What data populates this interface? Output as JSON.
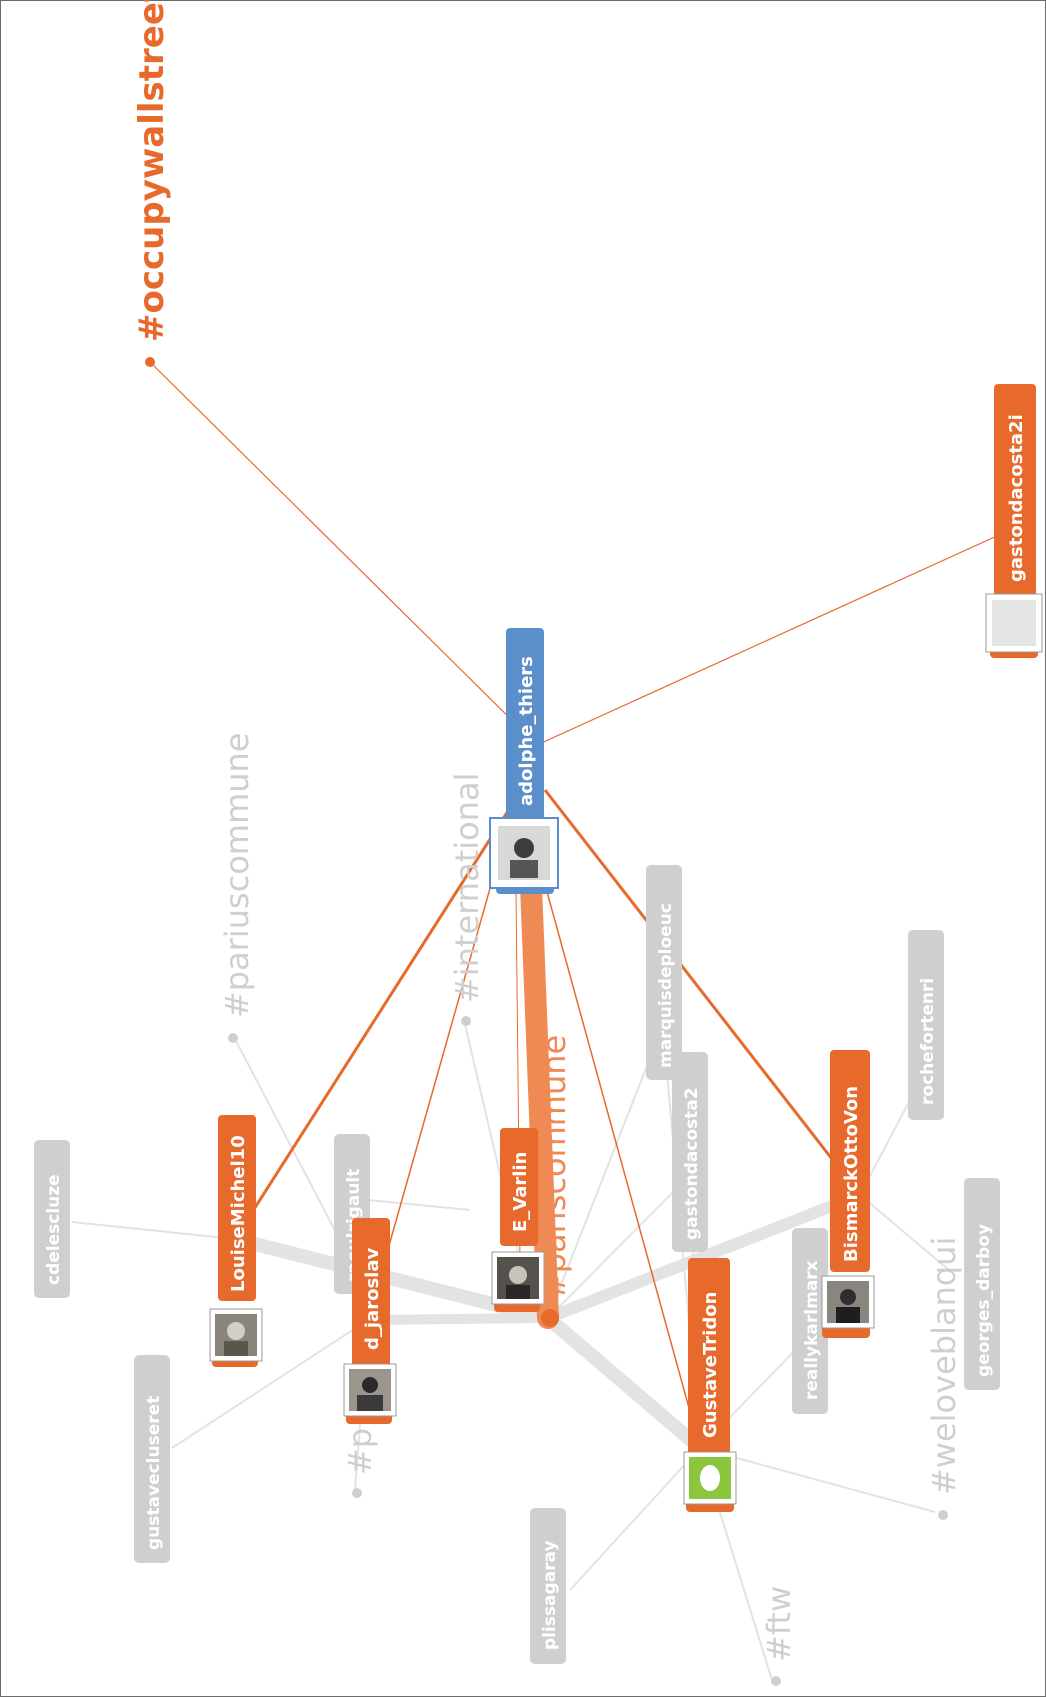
{
  "colors": {
    "orange": "#e8692c",
    "blue": "#5b8fcb",
    "gray_box": "#cfcfcf",
    "gray_text": "#c8c8c8",
    "green": "#8cc63f"
  },
  "tags": {
    "occupywallstreet": "#occupywallstreet",
    "pariuscommune": "#pariuscommune",
    "international": "#international",
    "pariscommune": "#pariscommune",
    "p": "#p",
    "weloveblanqui": "#weloveblanqui",
    "ftw": "#ftw"
  },
  "users": {
    "gastondacosta2i": "gastondacosta2i",
    "adolphe_thiers": "adolphe_thiers",
    "LouiseMichel10": "LouiseMichel10",
    "d_jaroslav": "d_jaroslav",
    "E_Varlin": "E_Varlin",
    "GustaveTridon": "GustaveTridon",
    "BismarckOttoVon": "BismarckOttoVon"
  },
  "gray_users": {
    "cdelescluze": "cdelescluze",
    "gustavecluseret": "gustavecluseret",
    "raoulrigault": "raoulrigault",
    "marquisdeploeuc": "marquisdeploeuc",
    "gastondacosta2": "gastondacosta2",
    "rochefortenri": "rochefortenri",
    "reallykarlmarx": "reallykarlmarx",
    "georges_darboy": "georges_darboy",
    "plissagaray": "plissagaray"
  }
}
